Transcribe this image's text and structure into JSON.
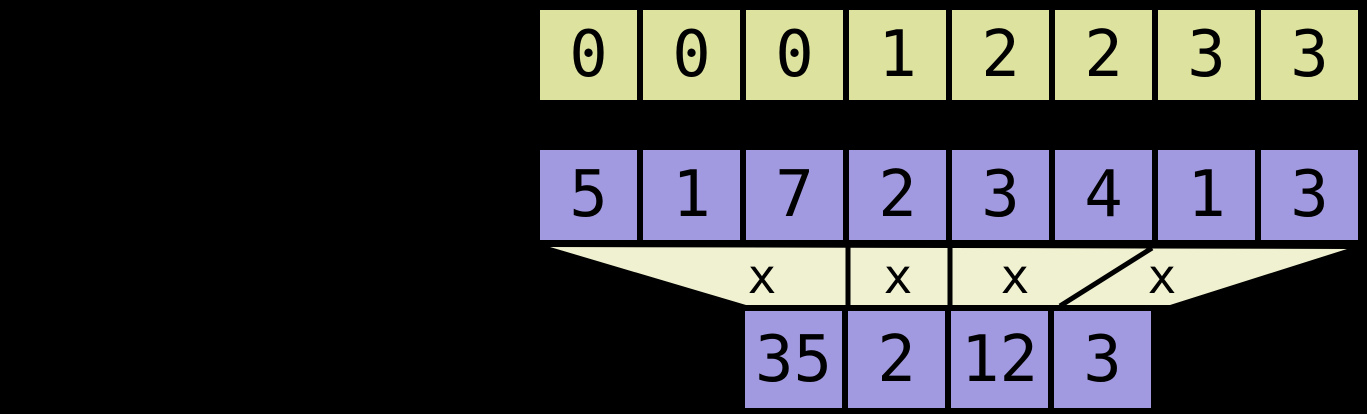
{
  "diagram": {
    "flags_row": {
      "cells": [
        "0",
        "0",
        "0",
        "1",
        "2",
        "2",
        "3",
        "3"
      ]
    },
    "values_row": {
      "cells": [
        "5",
        "1",
        "7",
        "2",
        "3",
        "4",
        "1",
        "3"
      ]
    },
    "operators": {
      "labels": [
        "x",
        "x",
        "x",
        "x"
      ]
    },
    "results_row": {
      "cells": [
        "35",
        "2",
        "12",
        "3"
      ]
    },
    "colors": {
      "background": "#000000",
      "flags_fill": "#dde29e",
      "values_fill": "#a29ae0",
      "funnel_fill": "#f0f1d0",
      "stroke": "#000000",
      "text": "#000000"
    }
  }
}
